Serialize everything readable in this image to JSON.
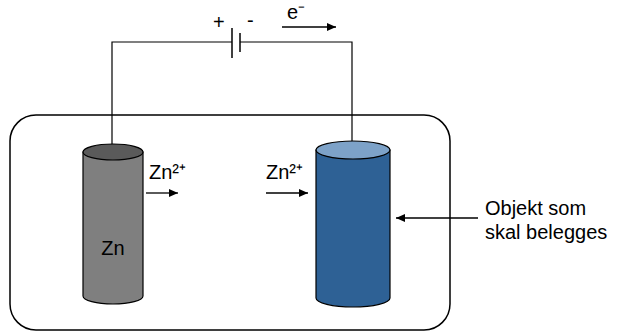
{
  "diagram": {
    "nodes": [
      {
        "text": [
          "Zn"
        ]
      }
    ],
    "labels": [
      "+",
      "-",
      "e⁻",
      "Zn²⁺",
      "Zn²⁺",
      "Objekt som skal belegges"
    ]
  }
}
